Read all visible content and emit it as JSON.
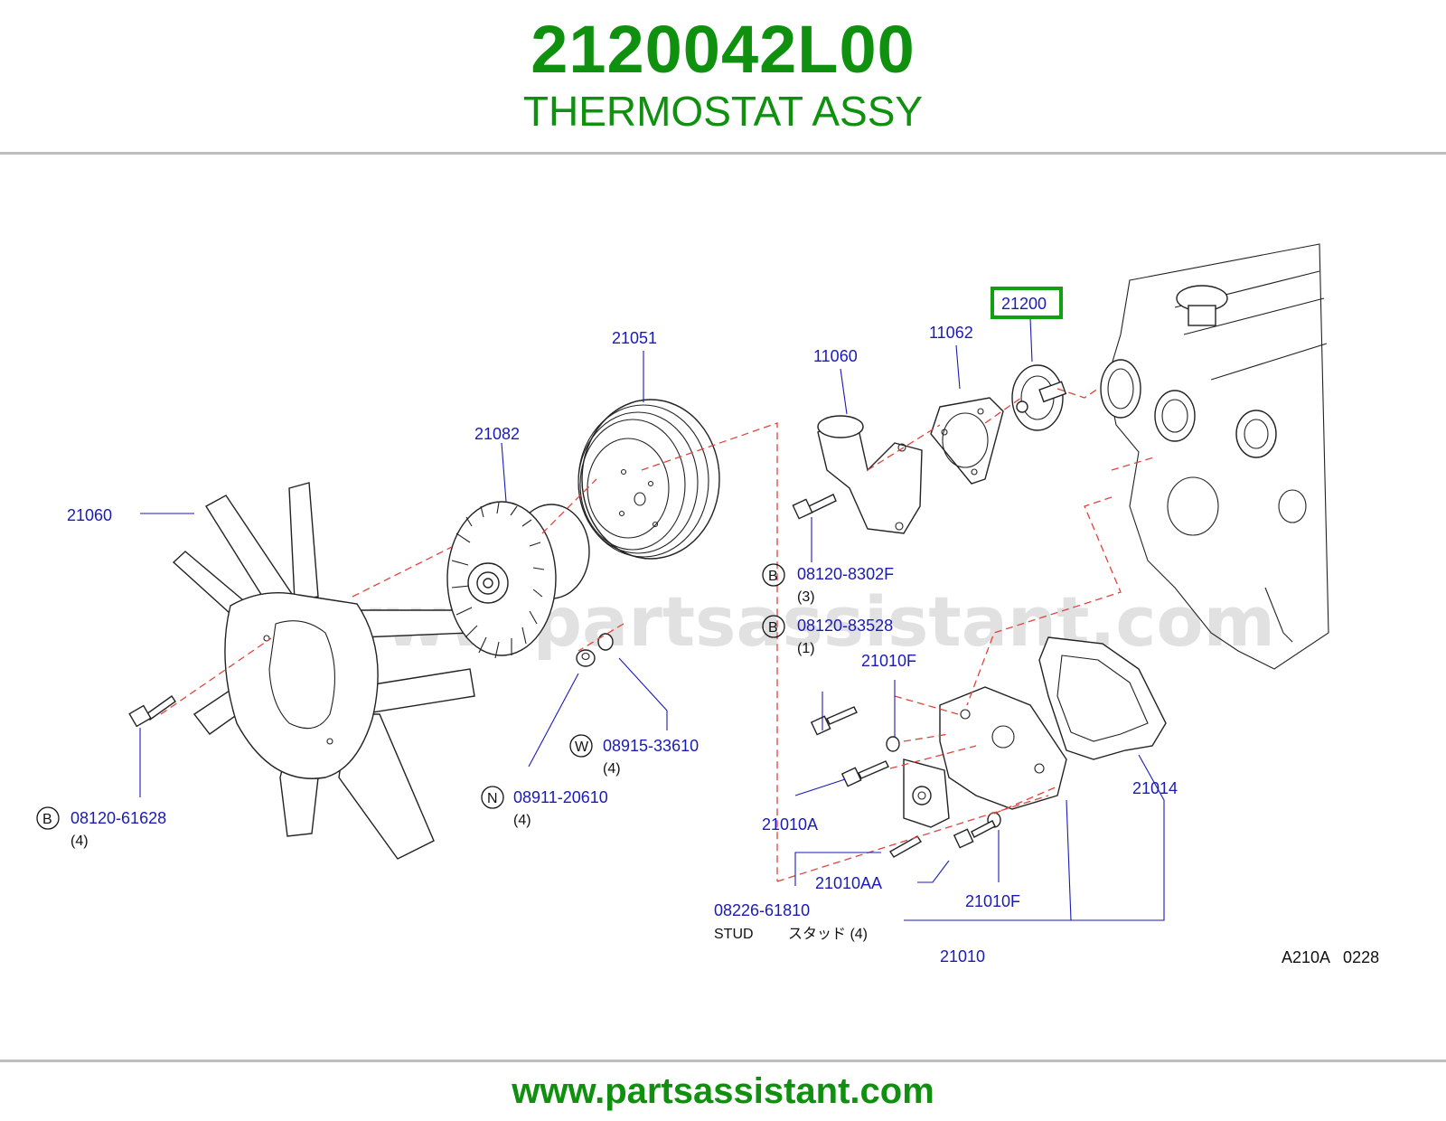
{
  "header": {
    "part_number": "2120042L00",
    "description": "THERMOSTAT ASSY"
  },
  "footer": {
    "url": "www.partsassistant.com"
  },
  "watermark": "www.partsassistant.com",
  "diagram_code": "A210A   0228",
  "colors": {
    "brand_green": "#10900f",
    "label_blue": "#1a1ab8",
    "dashed_red": "#e0433c",
    "highlight": "#10a010"
  },
  "callouts": {
    "c21060": "21060",
    "c21082": "21082",
    "c21051": "21051",
    "c11060": "11060",
    "c11062": "11062",
    "c21200": "21200",
    "c08120_61628": "08120-61628",
    "c08120_61628_qty": "(4)",
    "c08911_20610": "08911-20610",
    "c08911_20610_qty": "(4)",
    "c08915_33610": "08915-33610",
    "c08915_33610_qty": "(4)",
    "c08120_8302F": "08120-8302F",
    "c08120_8302F_qty": "(3)",
    "c08120_83528": "08120-83528",
    "c08120_83528_qty": "(1)",
    "c21010F_a": "21010F",
    "c21010F_b": "21010F",
    "c21010A": "21010A",
    "c21010AA": "21010AA",
    "c21014": "21014",
    "c21010": "21010",
    "c08226_61810": "08226-61810",
    "stud_en": "STUD",
    "stud_jp": "スタッド (4)"
  },
  "circle_letters": {
    "b1": "B",
    "n": "N",
    "w": "W",
    "b2": "B",
    "b3": "B"
  }
}
